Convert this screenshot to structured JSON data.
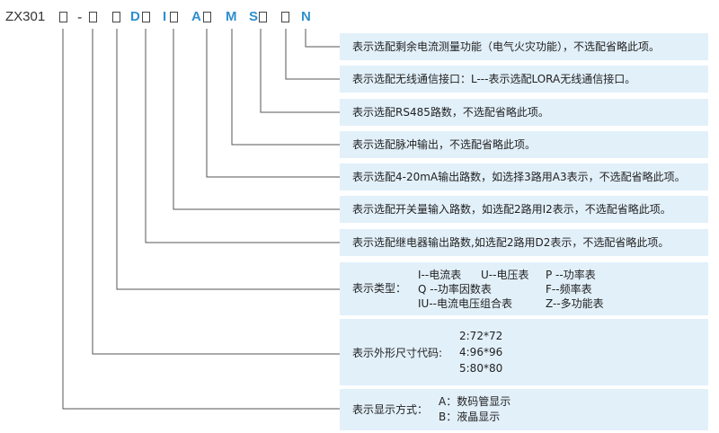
{
  "model": {
    "prefix": "ZX301",
    "dash": "-",
    "letters": {
      "d": "D",
      "i": "I",
      "a": "A",
      "m": "M",
      "s": "S",
      "n": "N"
    }
  },
  "rows": {
    "n": "表示选配剩余电流测量功能（电气火灾功能），不选配省略此项。",
    "wireless": "表示选配无线通信接口：L---表示选配LORA无线通信接口。",
    "s": "表示选配RS485路数，不选配省略此项。",
    "m": "表示选配脉冲输出，不选配省略此项。",
    "a": "表示选配4-20mA输出路数，如选择3路用A3表示，不选配省略此项。",
    "i": "表示选配开关量输入路数，如选配2路用I2表示，不选配省略此项。",
    "d": "表示选配继电器输出路数,如选配2路用D2表示，不选配省略此项。"
  },
  "type_row": {
    "label": "表示类型：",
    "items": [
      [
        "I--电流表",
        "U--电压表",
        "P --功率表"
      ],
      [
        "Q --功率因数表",
        "",
        "F--频率表"
      ],
      [
        "IU--电流电压组合表",
        "",
        "Z--多功能表"
      ]
    ]
  },
  "size_row": {
    "label": "表示外形尺寸代码:",
    "items": [
      "2:72*72",
      "4:96*96",
      "5:80*80"
    ]
  },
  "display_row": {
    "label": "表示显示方式：",
    "items": [
      "A：数码管显示",
      "B：液晶显示"
    ]
  },
  "colors": {
    "accent": "#2e8fd0",
    "row_bg": "#e2f0fa",
    "line": "#555555"
  }
}
